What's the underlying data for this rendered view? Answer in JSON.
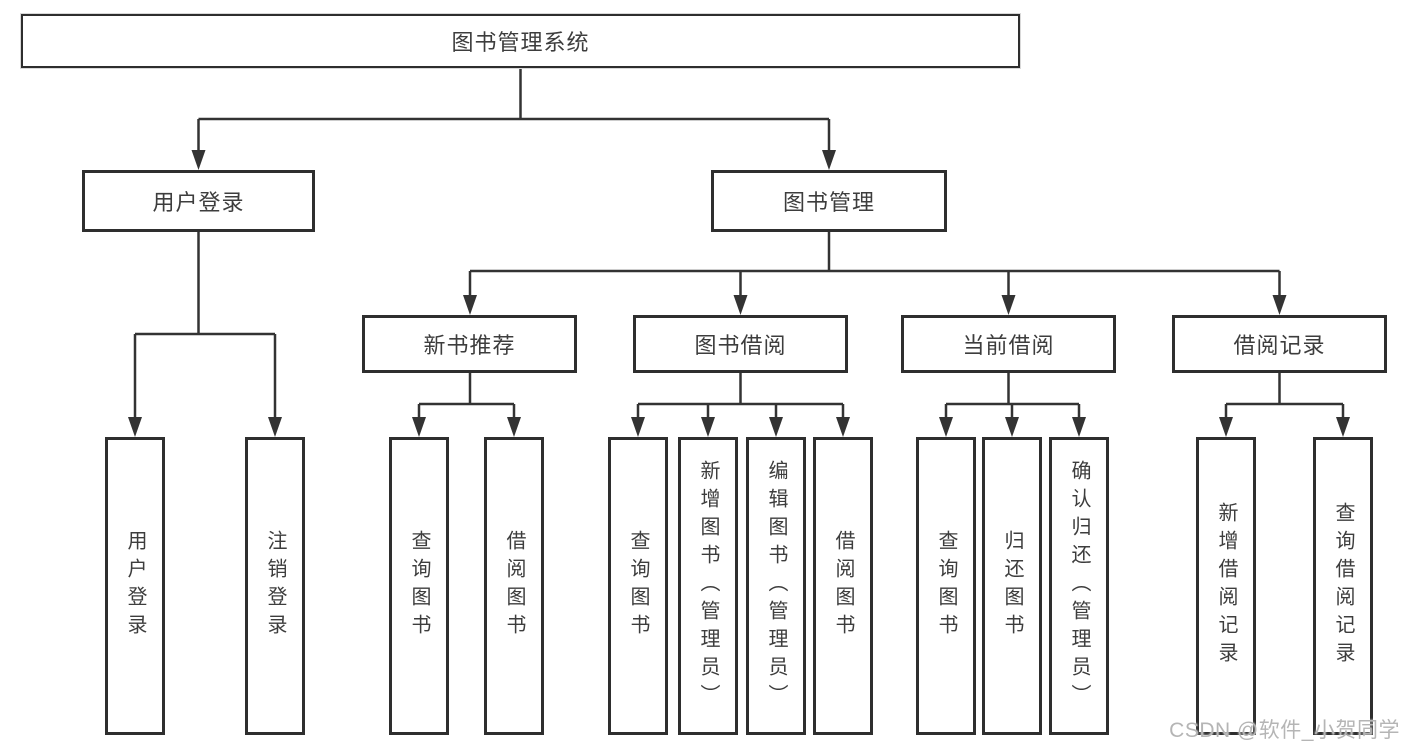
{
  "diagram": {
    "root": "图书管理系统",
    "user_login": {
      "label": "用户登录",
      "children": [
        "用户登录",
        "注销登录"
      ]
    },
    "book_management": {
      "label": "图书管理",
      "children": [
        {
          "label": "新书推荐",
          "children": [
            "查询图书",
            "借阅图书"
          ]
        },
        {
          "label": "图书借阅",
          "children": [
            "查询图书",
            "新增图书（管理员）",
            "编辑图书（管理员）",
            "借阅图书"
          ]
        },
        {
          "label": "当前借阅",
          "children": [
            "查询图书",
            "归还图书",
            "确认归还（管理员）"
          ]
        },
        {
          "label": "借阅记录",
          "children": [
            "新增借阅记录",
            "查询借阅记录"
          ]
        }
      ]
    }
  },
  "watermark": "CSDN @软件_小贺同学",
  "colors": {
    "line": "#333333",
    "box_border": "#2e2e2e",
    "text": "#3d3d3d",
    "background": "#ffffff",
    "watermark": "#b5b5b5"
  }
}
